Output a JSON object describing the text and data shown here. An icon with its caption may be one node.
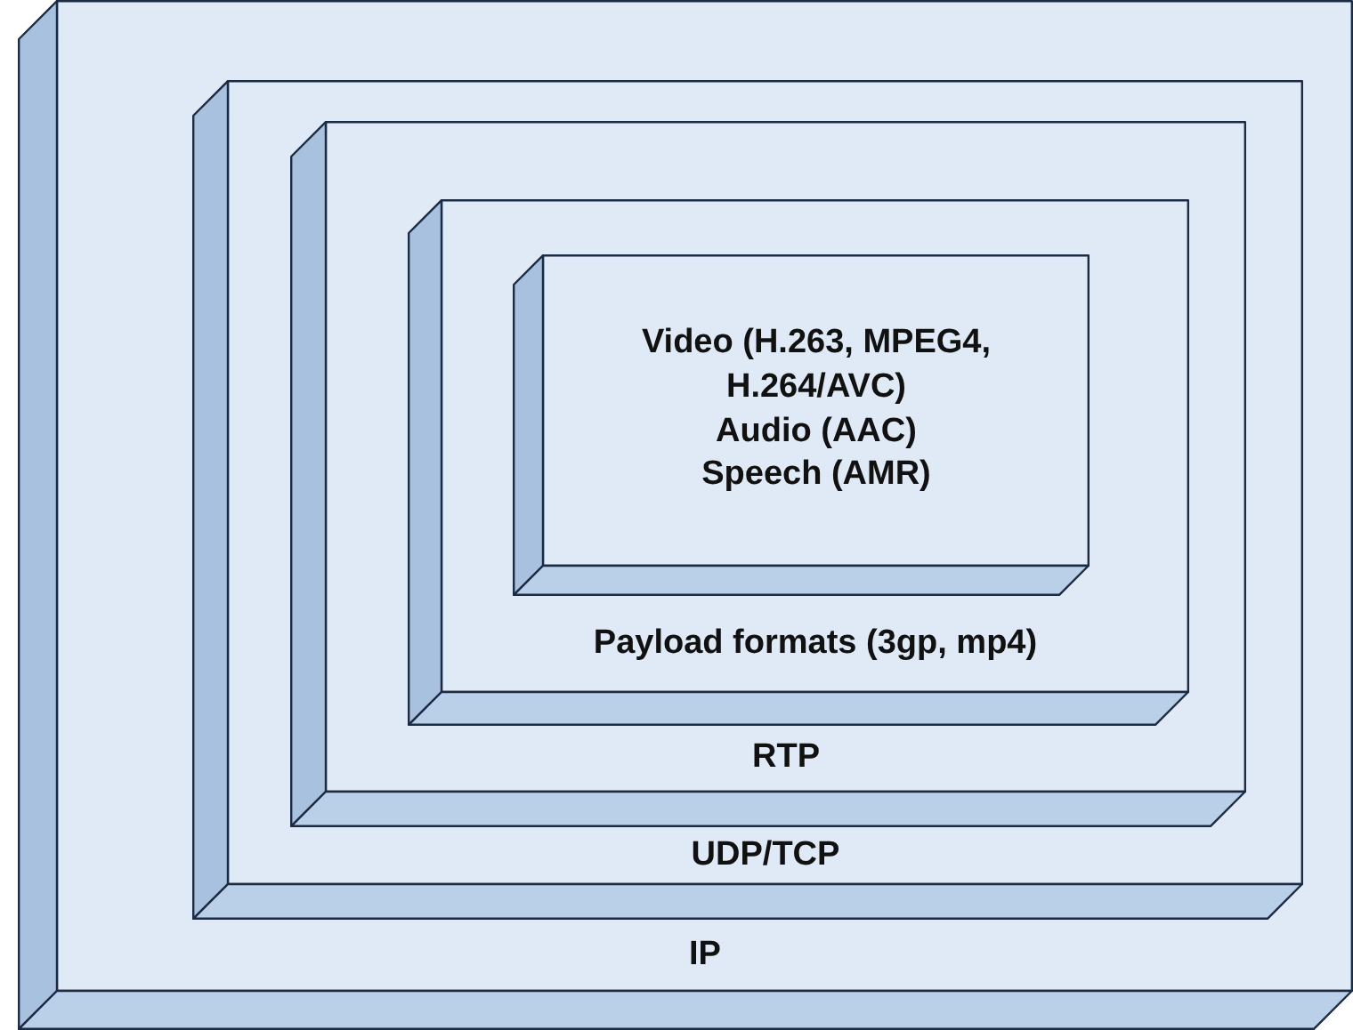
{
  "diagram": {
    "nodes": [
      {
        "text": [
          "IP"
        ]
      },
      {
        "text": [
          "UDP/TCP"
        ],
        "in": 0
      },
      {
        "text": [
          "RTP"
        ],
        "in": 1
      },
      {
        "text": [
          "Payload formats (3gp, mp4)"
        ],
        "in": 2
      },
      {
        "text": [
          "Video (H.263, MPEG4, H.264/AVC)",
          "Audio (AAC)",
          "Speech (AMR)"
        ],
        "in": 3
      }
    ]
  }
}
